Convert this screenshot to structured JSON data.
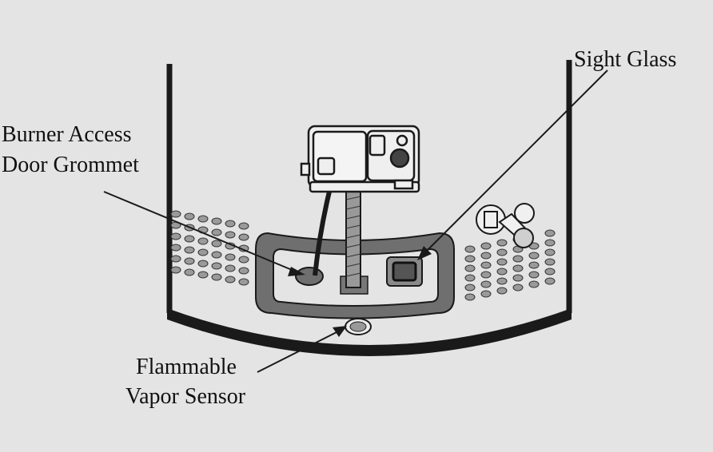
{
  "labels": {
    "sight_glass": "Sight Glass",
    "grommet_line1": "Burner Access",
    "grommet_line2": "Door Grommet",
    "sensor_line1": "Flammable",
    "sensor_line2": "Vapor Sensor"
  },
  "colors": {
    "background": "#e4e4e4",
    "outline": "#1a1a1a",
    "plate": "#6f6f6f",
    "dots": "#9a9a9a"
  }
}
